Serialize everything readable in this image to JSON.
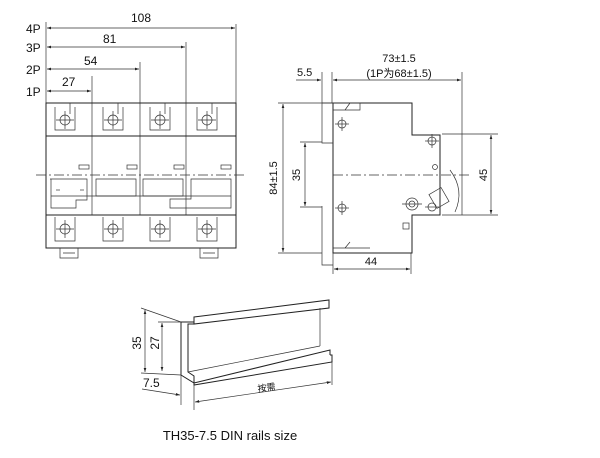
{
  "front_view": {
    "pole_labels": [
      "4P",
      "3P",
      "2P",
      "1P"
    ],
    "widths": [
      "108",
      "81",
      "54",
      "27"
    ]
  },
  "side_view": {
    "offset": "5.5",
    "depth": "73±1.5",
    "depth_1p": "(1P为68±1.5)",
    "height": "84±1.5",
    "rail_height": "35",
    "face_height": "45",
    "face_depth": "44"
  },
  "rail": {
    "height": "35",
    "inner_height": "27",
    "depth": "7.5",
    "length": "按需",
    "caption": "TH35-7.5 DIN rails size"
  }
}
